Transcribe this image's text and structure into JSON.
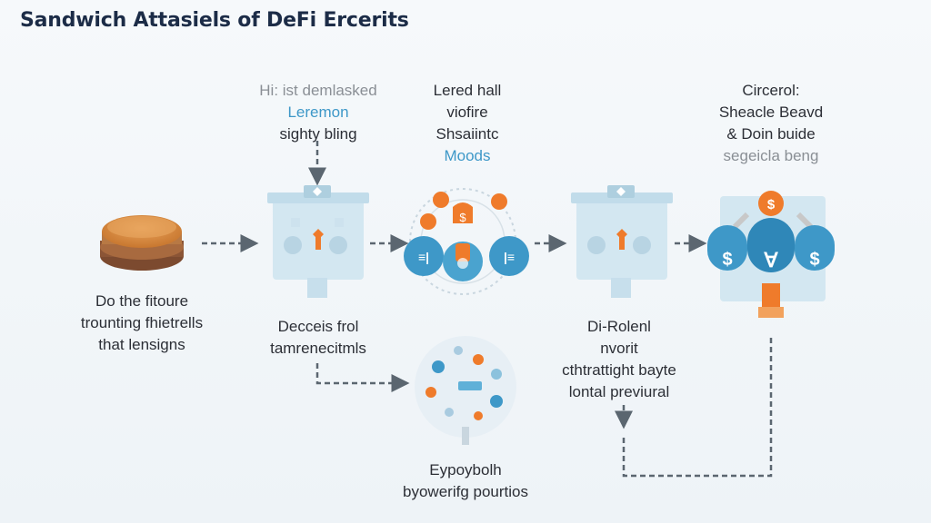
{
  "title": "Sandwich Attasiels of DeFi Ercerits",
  "labels": {
    "top_left": [
      "Hi: ist demlasked",
      "Leremon",
      "sighty bling"
    ],
    "top_center": [
      "Lered hall",
      "viofire",
      "Shsaiintc",
      "Moods"
    ],
    "top_right": [
      "Circerol:",
      "Sheacle Beavd",
      "& Doin buide",
      "segeicla beng"
    ],
    "left": [
      "Do the fitoure",
      "trounting fhietrells",
      "that lensigns"
    ],
    "mid_left": [
      "Decceis frol",
      "tamrenecitmls"
    ],
    "mid_right": [
      "Di-Rolenl",
      "nvorit",
      "cthtrattight bayte",
      "lontal previural"
    ],
    "bottom": [
      "Eypoybolh",
      "byowerifg pourtios"
    ]
  },
  "icons": {
    "coin": "$",
    "bar": "≡"
  },
  "colors": {
    "accent_blue": "#3e98c8",
    "accent_orange": "#ef7b2b",
    "panel": "#d3e7f1",
    "arrow": "#5b6670"
  }
}
